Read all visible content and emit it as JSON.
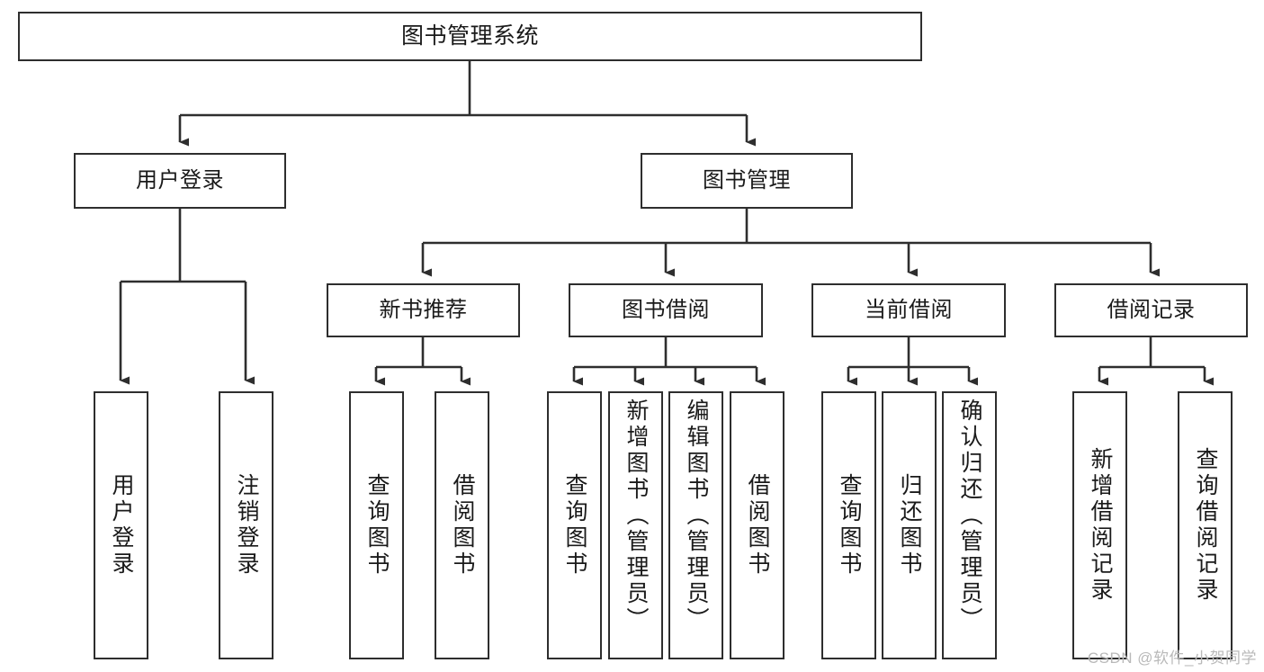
{
  "diagram": {
    "title": "图书管理系统",
    "type": "tree-hierarchy-chart",
    "orientation": "top-down",
    "line_color": "#2e2e2e",
    "box_fill": "#ffffff",
    "text_color": "#1a1a1a",
    "watermark": "CSDN @软件_小贺同学"
  },
  "nodes": {
    "root": {
      "label": "图书管理系统"
    },
    "level2": [
      {
        "id": "user-login",
        "label": "用户登录"
      },
      {
        "id": "book-manage",
        "label": "图书管理"
      }
    ],
    "level3": [
      {
        "id": "new-book-recommend",
        "label": "新书推荐"
      },
      {
        "id": "book-borrow",
        "label": "图书借阅"
      },
      {
        "id": "current-borrow",
        "label": "当前借阅"
      },
      {
        "id": "borrow-record",
        "label": "借阅记录"
      }
    ],
    "leaves": {
      "user_login": [
        {
          "id": "leaf-user-login",
          "label": "用户登录"
        },
        {
          "id": "leaf-logout-login",
          "label": "注销登录"
        }
      ],
      "new_book_recommend": [
        {
          "id": "leaf-query-book-1",
          "label": "查询图书"
        },
        {
          "id": "leaf-borrow-book-1",
          "label": "借阅图书"
        }
      ],
      "book_borrow": [
        {
          "id": "leaf-query-book-2",
          "label": "查询图书"
        },
        {
          "id": "leaf-add-book",
          "label": "新增图书（管理员）"
        },
        {
          "id": "leaf-edit-book",
          "label": "编辑图书（管理员）"
        },
        {
          "id": "leaf-borrow-book-2",
          "label": "借阅图书"
        }
      ],
      "current_borrow": [
        {
          "id": "leaf-query-book-3",
          "label": "查询图书"
        },
        {
          "id": "leaf-return-book",
          "label": "归还图书"
        },
        {
          "id": "leaf-confirm-return",
          "label": "确认归还（管理员）"
        }
      ],
      "borrow_record": [
        {
          "id": "leaf-add-record",
          "label": "新增借阅记录"
        },
        {
          "id": "leaf-query-record",
          "label": "查询借阅记录"
        }
      ]
    }
  }
}
